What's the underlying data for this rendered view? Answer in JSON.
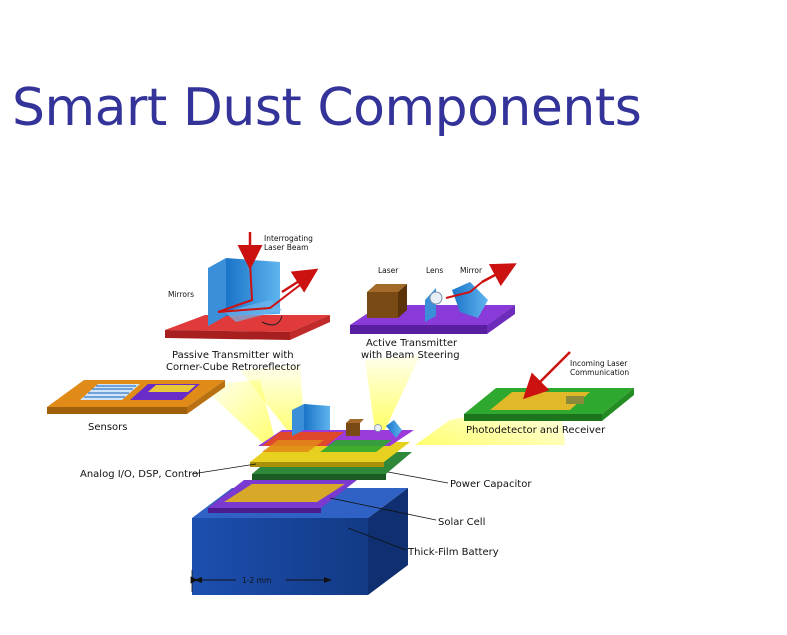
{
  "slide": {
    "title": "Smart Dust Components"
  },
  "diagram": {
    "passive_transmitter": {
      "beam_label_line1": "Interrogating",
      "beam_label_line2": "Laser Beam",
      "mirrors_label": "Mirrors",
      "caption_line1": "Passive Transmitter with",
      "caption_line2": "Corner-Cube Retroreflector"
    },
    "active_transmitter": {
      "laser_label": "Laser",
      "lens_label": "Lens",
      "mirror_label": "Mirror",
      "caption_line1": "Active Transmitter",
      "caption_line2": "with Beam Steering"
    },
    "sensors_label": "Sensors",
    "photodetector": {
      "incoming_line1": "Incoming Laser",
      "incoming_line2": "Communication",
      "caption": "Photodetector and Receiver"
    },
    "analog_label": "Analog I/O, DSP, Control",
    "power_capacitor_label": "Power Capacitor",
    "solar_cell_label": "Solar Cell",
    "battery_label": "Thick-Film Battery",
    "dimension_label": "1-2 mm",
    "colors": {
      "title": "#333399",
      "laser_red": "#cc1111",
      "battery_blue": "#1f4fa8",
      "glow_yellow": "#ffff66"
    }
  }
}
